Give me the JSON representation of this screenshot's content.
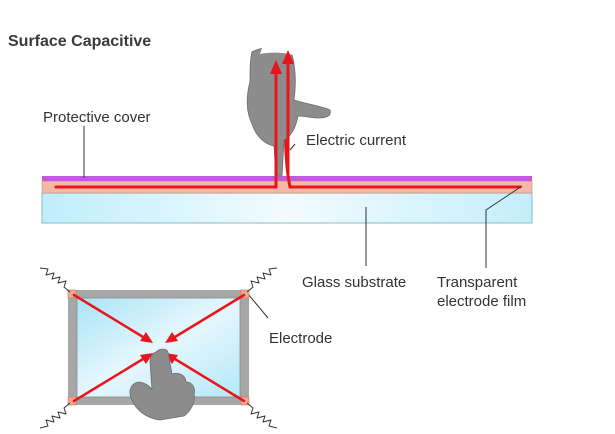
{
  "title": "Surface Capacitive",
  "labels": {
    "protective_cover": "Protective cover",
    "electric_current": "Electric current",
    "glass_substrate": "Glass substrate",
    "transparent_line1": "Transparent",
    "transparent_line2": "electrode film",
    "electrode": "Electrode"
  },
  "colors": {
    "current_arrow": "#e8161c",
    "protective_cover": "#c45bd6",
    "electrode_film": "#f2b4a0",
    "glass_light": "#eaf8fd",
    "glass_mid": "#c8eefa",
    "frame": "#a7a7a7",
    "hand": "#8c8c8c",
    "leader_line": "#333333"
  },
  "icons": [
    "hand-icon",
    "touch-hand-icon",
    "resistor-zigzag-icon"
  ]
}
